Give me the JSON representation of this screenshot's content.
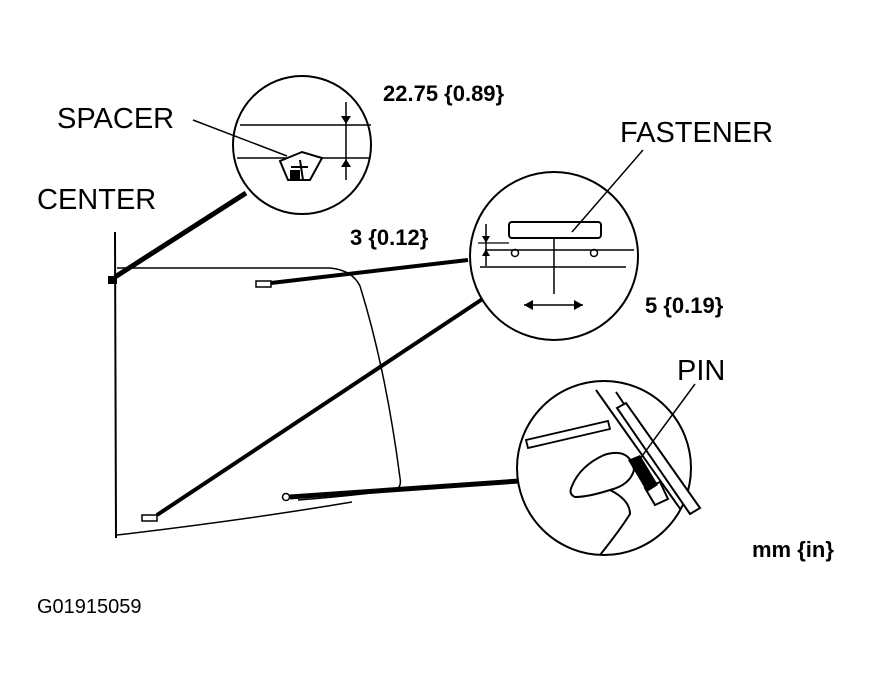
{
  "labels": {
    "spacer": "SPACER",
    "center": "CENTER",
    "fastener": "FASTENER",
    "pin": "PIN",
    "spacer_dim": "22.75 {0.89}",
    "fastener_height_dim": "3 {0.12}",
    "fastener_width_dim": "5 {0.19}",
    "units": "mm {in}",
    "figure_code": "G01915059"
  }
}
